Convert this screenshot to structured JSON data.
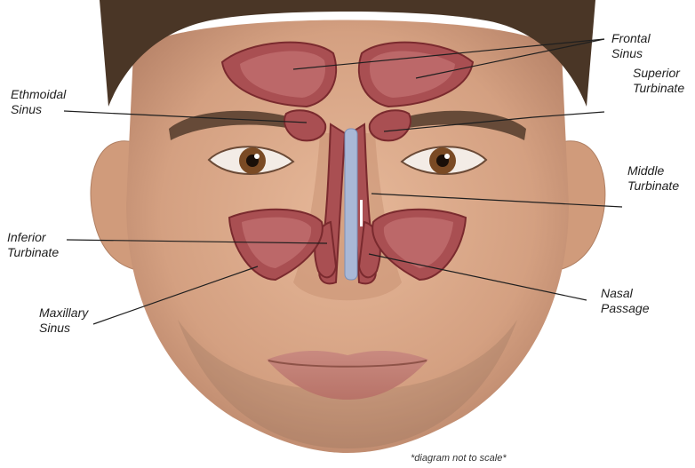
{
  "labels": {
    "frontal_sinus": {
      "line1": "Frontal",
      "line2": "Sinus"
    },
    "superior_turbinate": {
      "line1": "Superior",
      "line2": "Turbinate"
    },
    "ethmoidal_sinus": {
      "line1": "Ethmoidal",
      "line2": "Sinus"
    },
    "middle_turbinate": {
      "line1": "Middle",
      "line2": "Turbinate"
    },
    "inferior_turbinate": {
      "line1": "Inferior",
      "line2": "Turbinate"
    },
    "maxillary_sinus": {
      "line1": "Maxillary",
      "line2": "Sinus"
    },
    "nasal_passage": {
      "line1": "Nasal",
      "line2": "Passage"
    }
  },
  "footnote": "*diagram not to scale*",
  "colors": {
    "sinus_fill": "#a94f52",
    "sinus_inner": "#c9797a",
    "sinus_stroke": "#7a2a2e",
    "passage": "#a9b8d6",
    "skin": "#d9a888",
    "skin_shadow": "#b9856a",
    "hair": "#4a3626",
    "leader_line": "#1f1f1f"
  }
}
